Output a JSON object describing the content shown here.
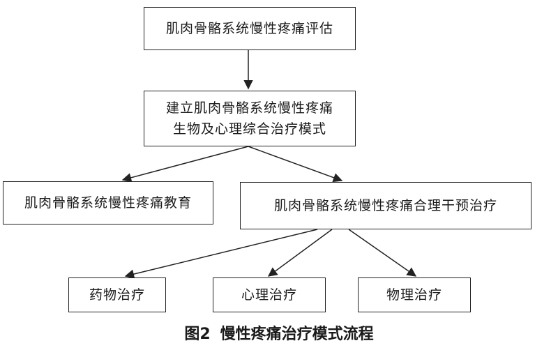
{
  "nodes": {
    "assessment": "肌肉骨骼系统慢性疼痛评估",
    "model_line1": "建立肌肉骨骼系统慢性疼痛",
    "model_line2": "生物及心理综合治疗模式",
    "education": "肌肉骨骼系统慢性疼痛教育",
    "intervention": "肌肉骨骼系统慢性疼痛合理干预治疗",
    "drug": "药物治疗",
    "psych": "心理治疗",
    "physical": "物理治疗"
  },
  "caption": {
    "figure_number": "图2",
    "title": "慢性疼痛治疗模式流程"
  },
  "colors": {
    "stroke": "#222222",
    "text": "#1a1a1a",
    "background": "#ffffff"
  }
}
